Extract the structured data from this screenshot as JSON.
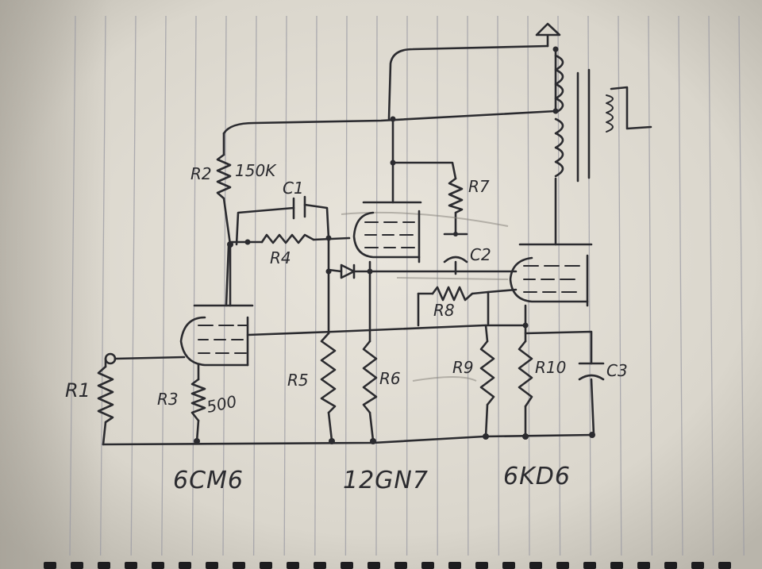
{
  "labels": {
    "r1": "R1",
    "r2": "R2",
    "r2_value": "150K",
    "r3": "R3",
    "r3_value": "500",
    "r4": "R4",
    "r5": "R5",
    "r6": "R6",
    "r7": "R7",
    "r8": "R8",
    "r9": "R9",
    "r10": "R10",
    "c1": "C1",
    "c2": "C2",
    "c3": "C3"
  },
  "tubes": {
    "tube1": "6CM6",
    "tube2": "12GN7",
    "tube3": "6KD6"
  },
  "colors": {
    "paper": "#e4e0d6",
    "rule_line": "#9a9aa3",
    "ink": "#2b2b2f"
  }
}
